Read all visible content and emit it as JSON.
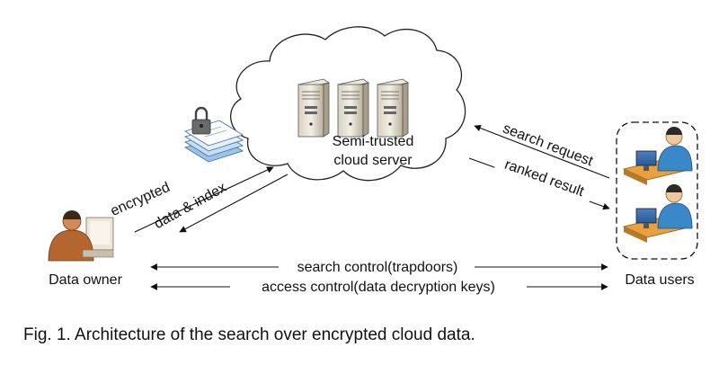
{
  "diagram": {
    "nodes": {
      "server": {
        "label_line1": "Semi-trusted",
        "label_line2": "cloud server",
        "icon": "server-rack-icon"
      },
      "owner": {
        "label": "Data owner",
        "icon": "person-at-computer-icon"
      },
      "users": {
        "label": "Data users",
        "icon": "person-at-computer-icon"
      },
      "encrypted_docs": {
        "icon": "locked-documents-icon"
      }
    },
    "edges": {
      "owner_to_cloud_top": "encrypted",
      "owner_to_cloud_bottom": "data & index",
      "users_to_cloud": "search request",
      "cloud_to_users": "ranked result",
      "owner_users_1": "search control(trapdoors)",
      "owner_users_2": "access control(data decryption keys)"
    },
    "caption": "Fig. 1. Architecture of the search over encrypted cloud data."
  }
}
